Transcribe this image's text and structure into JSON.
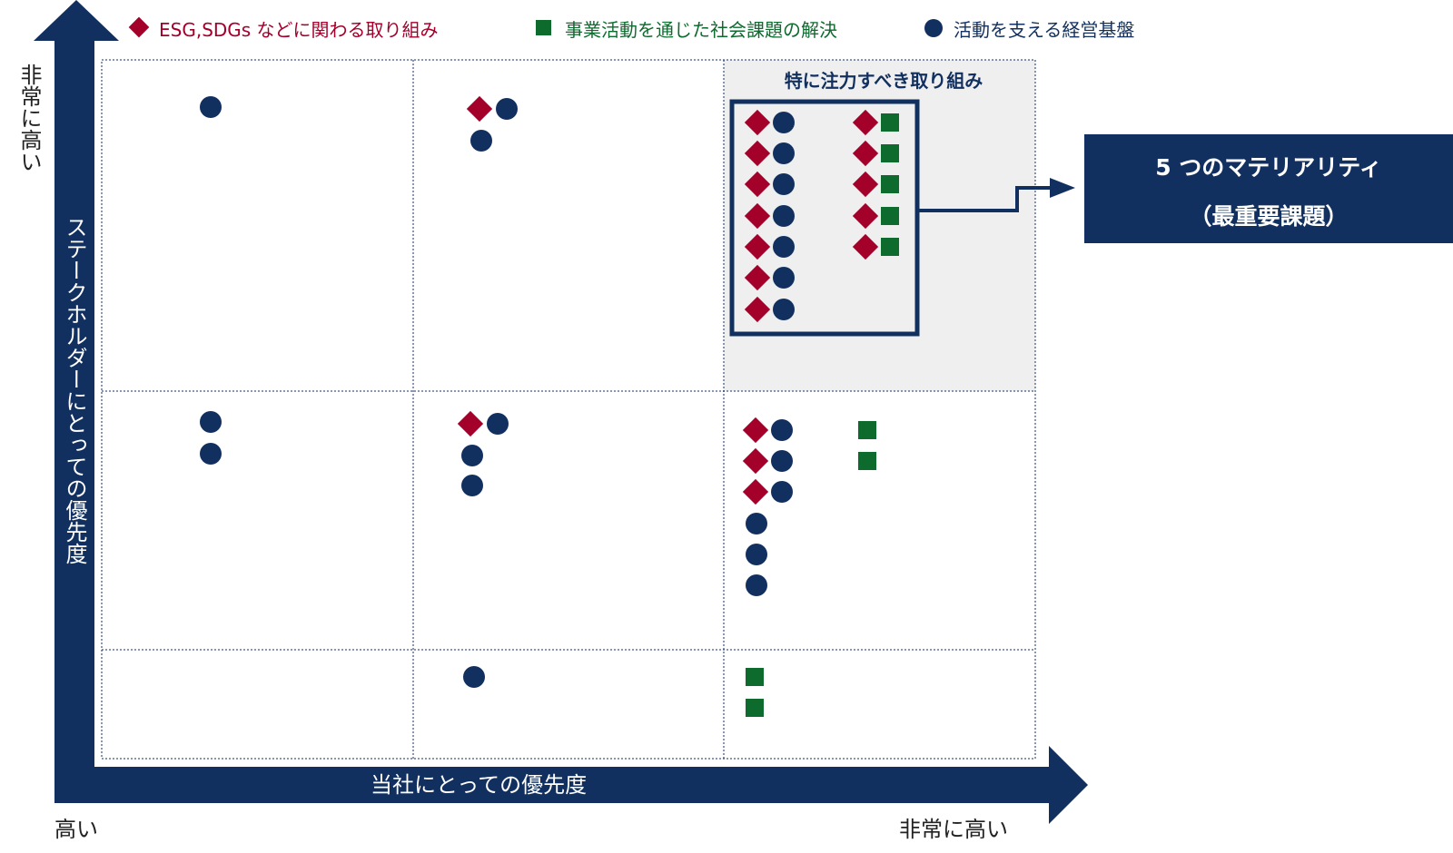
{
  "legend": [
    {
      "symbol": "diamond",
      "label": "ESG,SDGs などに関わる取り組み",
      "color": "#a3002a"
    },
    {
      "symbol": "square",
      "label": "事業活動を通じた社会課題の解決",
      "color": "#0e6b2e"
    },
    {
      "symbol": "circle",
      "label": "活動を支える経営基盤",
      "color": "#12305f"
    }
  ],
  "y_axis": {
    "title": "ステークホルダーにとっての優先度",
    "high_label": "非常に高い"
  },
  "x_axis": {
    "title": "当社にとっての優先度",
    "low_label": "高い",
    "high_label": "非常に高い"
  },
  "focus_area": {
    "title": "特に注力すべき取り組み"
  },
  "result_box": {
    "line1": "5 つのマテリアリティ",
    "line2": "（最重要課題）"
  },
  "colors": {
    "navy": "#12305f",
    "crimson": "#a3002a",
    "green": "#0e6b2e",
    "focus_bg": "#efefef"
  },
  "cells": [
    {
      "col": 1,
      "row": 3,
      "diamond": 0,
      "circle": 1,
      "square": 0
    },
    {
      "col": 2,
      "row": 3,
      "diamond": 1,
      "circle": 2,
      "square": 0
    },
    {
      "col": 3,
      "row": 3,
      "diamond": 12,
      "circle": 7,
      "square": 5
    },
    {
      "col": 1,
      "row": 2,
      "diamond": 0,
      "circle": 2,
      "square": 0
    },
    {
      "col": 2,
      "row": 2,
      "diamond": 1,
      "circle": 3,
      "square": 0
    },
    {
      "col": 3,
      "row": 2,
      "diamond": 3,
      "circle": 6,
      "square": 2
    },
    {
      "col": 2,
      "row": 1,
      "diamond": 0,
      "circle": 1,
      "square": 0
    },
    {
      "col": 3,
      "row": 1,
      "diamond": 0,
      "circle": 0,
      "square": 2
    }
  ]
}
